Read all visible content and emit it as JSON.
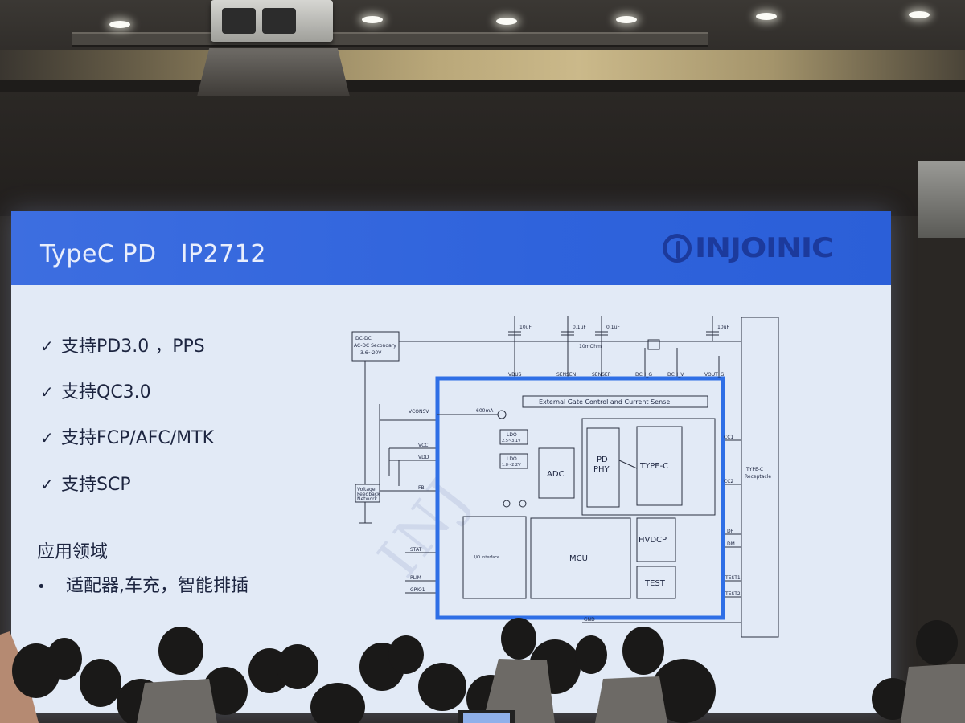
{
  "slide": {
    "title": "TypeC PD   IP2712",
    "logo_text": "INJOINIC",
    "features": [
      "支持PD3.0 ，PPS",
      "支持QC3.0",
      "支持FCP/AFC/MTK",
      "支持SCP"
    ],
    "check_glyph": "✓",
    "section_title": "应用领域",
    "applications": "适配器,车充，智能排插",
    "bullet_glyph": "•",
    "watermark": "INJ"
  },
  "schematic": {
    "left_block": "DC-DC",
    "left_block_sub1": "AC-DC Secondary",
    "left_block_sub2": "3.6~20V",
    "voltage_network_1": "Voltage",
    "voltage_network_2": "Feedback",
    "voltage_network_3": "Network",
    "top_pins": [
      "VBUS",
      "SENSEN",
      "SENSEP",
      "DCH_G",
      "DCH_V",
      "VOUT_G"
    ],
    "cap_labels": [
      "10uF",
      "0.1uF",
      "0.1uF",
      "10uF"
    ],
    "sense_resistor": "10mOhm",
    "external_gate": "External Gate Control and Current Sense",
    "left_pins": [
      "VCONSV",
      "VCC",
      "VDD",
      "FB",
      "STAT",
      "PLIM",
      "GPIO1"
    ],
    "current_source": "600mA",
    "ldo1": "LDO",
    "ldo1_range": "2.5~3.1V",
    "ldo2": "LDO",
    "ldo2_range": "1.8~2.2V",
    "adc": "ADC",
    "pd_phy_1": "PD",
    "pd_phy_2": "PHY",
    "type_c": "TYPE-C",
    "io_interface": "I/O Interface",
    "mcu": "MCU",
    "hvdcp": "HVDCP",
    "test": "TEST",
    "right_pins": [
      "CC1",
      "CC2",
      "DP",
      "DM",
      "TEST1",
      "TEST2"
    ],
    "gnd": "GND",
    "receptacle_1": "TYPE-C",
    "receptacle_2": "Receptacle"
  },
  "colors": {
    "slide_header": "#2f63dc",
    "slide_body": "#e2eaf6",
    "chip_border": "#2f6fe6",
    "logo": "#1c3a9c"
  }
}
